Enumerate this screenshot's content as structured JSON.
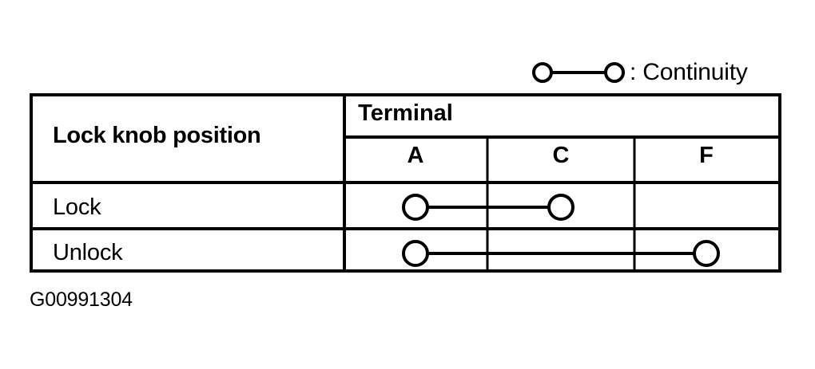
{
  "legend": {
    "symbol_icon": "continuity-symbol",
    "text": ": Continuity"
  },
  "table": {
    "row_header_column_title": "Lock knob position",
    "group_header": "Terminal",
    "terminal_columns": [
      "A",
      "C",
      "F"
    ],
    "rows": [
      {
        "label": "Lock",
        "continuity": [
          "A",
          "C"
        ]
      },
      {
        "label": "Unlock",
        "continuity": [
          "A",
          "F"
        ]
      }
    ]
  },
  "caption": "G00991304",
  "colors": {
    "ink": "#000000",
    "background": "#ffffff"
  }
}
